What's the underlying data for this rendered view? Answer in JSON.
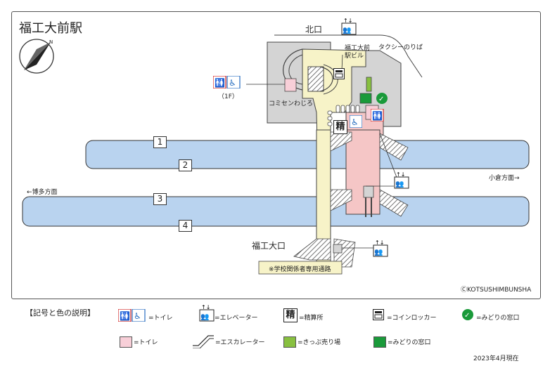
{
  "station": {
    "title": "福工大前駅"
  },
  "exits": {
    "north": "北口",
    "south": "福工大口"
  },
  "labels": {
    "taxi": "タクシーのりば",
    "building": "福工大前駅ビル",
    "comicen": "コミセンわじろ",
    "floor": "（1F）",
    "seisan": "精",
    "notice": "※学校関係者専用通路",
    "hakata": "←博多方面",
    "kokura": "小倉方面→",
    "copyright": "ⒸKOTSUSHIMBUNSHA"
  },
  "tracks": [
    "1",
    "2",
    "3",
    "4"
  ],
  "legend": {
    "heading": "【記号と色の説明】",
    "items": [
      {
        "icon": "toilet-icon",
        "label": "=トイレ"
      },
      {
        "icon": "elevator-icon",
        "label": "=エレベーター"
      },
      {
        "icon": "seisanjo-icon",
        "symbol": "精",
        "label": "=精算所"
      },
      {
        "icon": "coin-locker-icon",
        "label": "=コインロッカー"
      },
      {
        "icon": "midori-madoguchi-icon",
        "label": "=みどりの窓口"
      },
      {
        "icon": "toilet-area-swatch",
        "label": "=トイレ",
        "color": "#f8cfd8"
      },
      {
        "icon": "escalator-icon",
        "label": "=エスカレーター"
      },
      {
        "icon": "ticket-machine-swatch",
        "label": "=きっぷ売り場",
        "color": "#88c040"
      },
      {
        "icon": "midori-area-swatch",
        "label": "=みどりの窓口",
        "color": "#1a9a3a"
      }
    ]
  },
  "date": "2023年4月現在",
  "colors": {
    "track": "#b9d3ef",
    "concourse": "#f7f3c8",
    "paid_area": "#f5c6c6",
    "building": "#d4d4d4",
    "toilet_pink": "#f8cfd8",
    "ticket_green": "#88c040",
    "midori_green": "#1a9a3a",
    "icon_blue": "#2a6fc0",
    "icon_red": "#d02020"
  }
}
